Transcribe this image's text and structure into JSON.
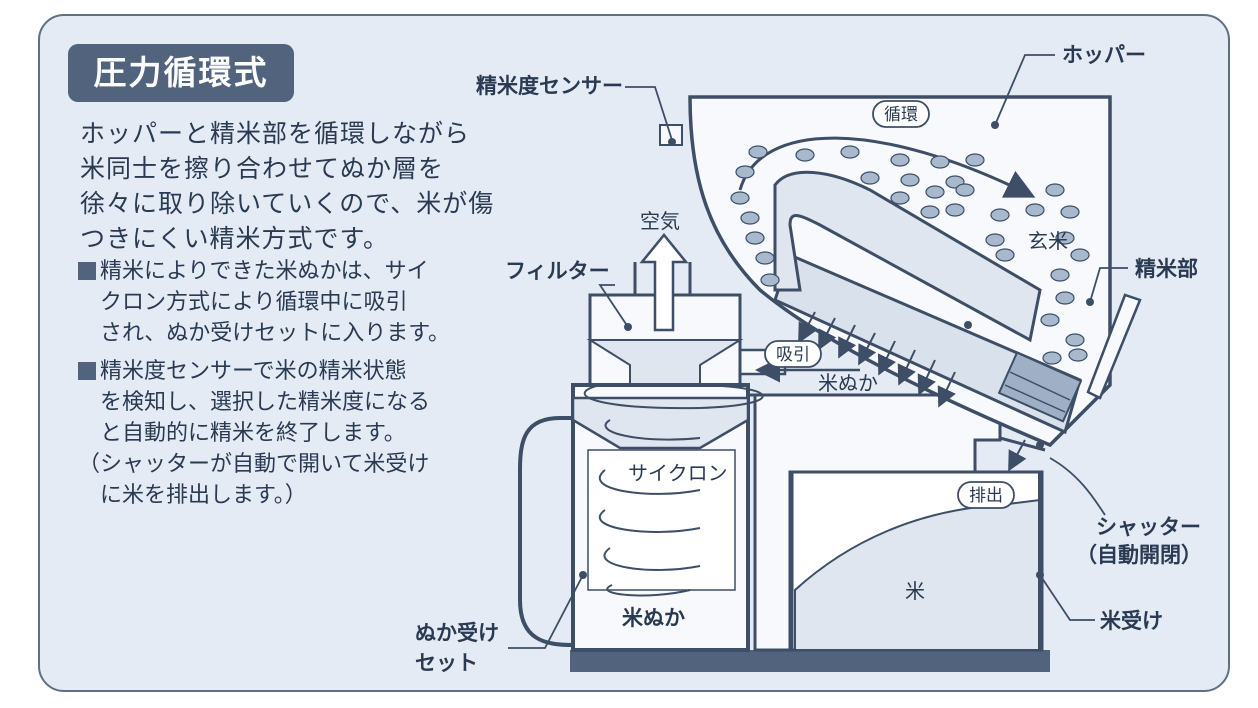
{
  "title": "圧力循環式",
  "intro_lines": [
    "ホッパーと精米部を循環しながら",
    "米同士を擦り合わせてぬか層を",
    "徐々に取り除いていくので、米が傷",
    "つきにくい精米方式です。"
  ],
  "note1_lines": [
    "精米によりできた米ぬかは、サイ",
    "クロン方式により循環中に吸引",
    "され、ぬか受けセットに入ります。"
  ],
  "note2_lines": [
    "精米度センサーで米の精米状態",
    "を検知し、選択した精米度になる",
    "と自動的に精米を終了します。",
    "（シャッターが自動で開いて米受け",
    "に米を排出します。）"
  ],
  "labels": {
    "sensor": "精米度センサー",
    "hopper": "ホッパー",
    "circulation": "循環",
    "brown_rice": "玄米",
    "polishing": "精米部",
    "air": "空気",
    "filter": "フィルター",
    "suction": "吸引",
    "rice_bran_flow": "米ぬか",
    "cyclone": "サイクロン",
    "discharge": "排出",
    "shutter": "シャッター",
    "shutter_sub": "（自動開閉）",
    "rice": "米",
    "rice_receiver": "米受け",
    "bran_box": "米ぬか",
    "bran_receiver_1": "ぬか受け",
    "bran_receiver_2": "セット"
  },
  "colors": {
    "panel_bg": "#e4ebf4",
    "accent": "#51637d",
    "outline": "#3e4e66",
    "fill_light": "#f7f9fc",
    "grain": "#a9b9cd"
  }
}
